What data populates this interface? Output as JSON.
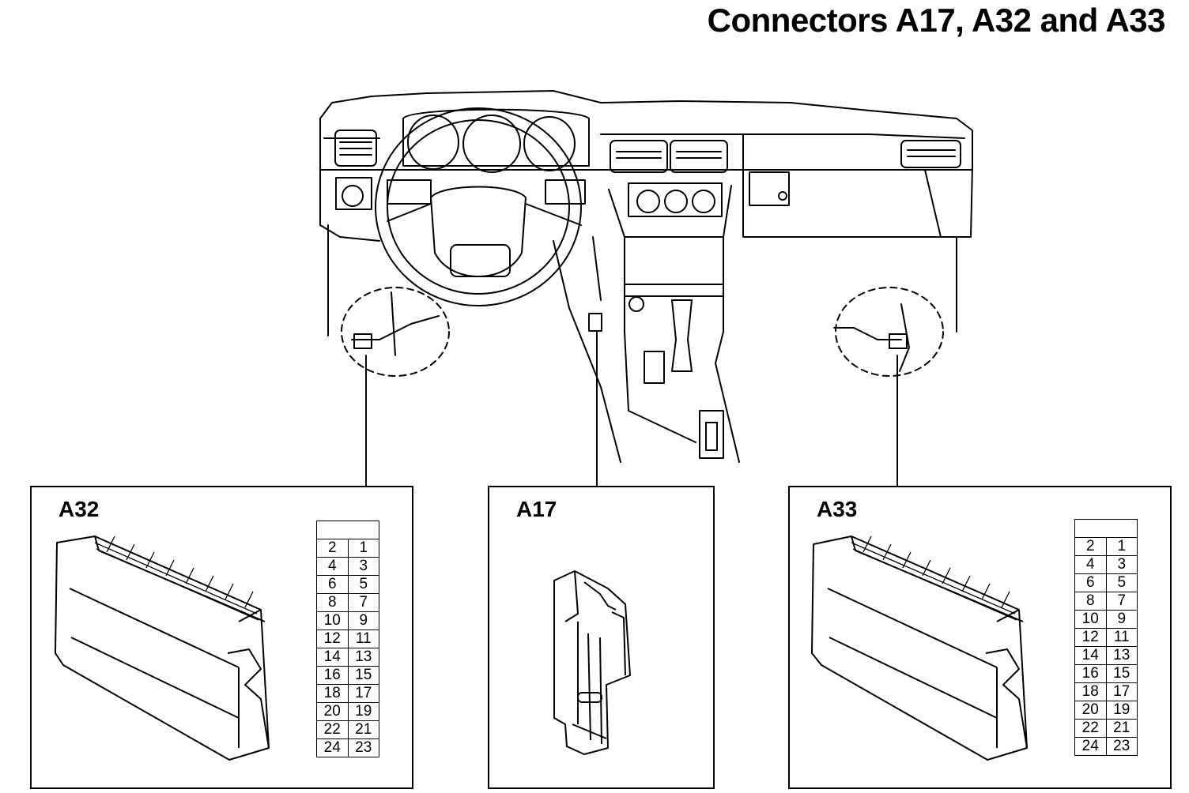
{
  "title": "Connectors A17, A32 and A33",
  "connectors": [
    {
      "id": "A32",
      "label": "A32",
      "pins": [
        [
          "2",
          "1"
        ],
        [
          "4",
          "3"
        ],
        [
          "6",
          "5"
        ],
        [
          "8",
          "7"
        ],
        [
          "10",
          "9"
        ],
        [
          "12",
          "11"
        ],
        [
          "14",
          "13"
        ],
        [
          "16",
          "15"
        ],
        [
          "18",
          "17"
        ],
        [
          "20",
          "19"
        ],
        [
          "22",
          "21"
        ],
        [
          "24",
          "23"
        ]
      ]
    },
    {
      "id": "A17",
      "label": "A17"
    },
    {
      "id": "A33",
      "label": "A33",
      "pins": [
        [
          "2",
          "1"
        ],
        [
          "4",
          "3"
        ],
        [
          "6",
          "5"
        ],
        [
          "8",
          "7"
        ],
        [
          "10",
          "9"
        ],
        [
          "12",
          "11"
        ],
        [
          "14",
          "13"
        ],
        [
          "16",
          "15"
        ],
        [
          "18",
          "17"
        ],
        [
          "20",
          "19"
        ],
        [
          "22",
          "21"
        ],
        [
          "24",
          "23"
        ]
      ]
    }
  ]
}
